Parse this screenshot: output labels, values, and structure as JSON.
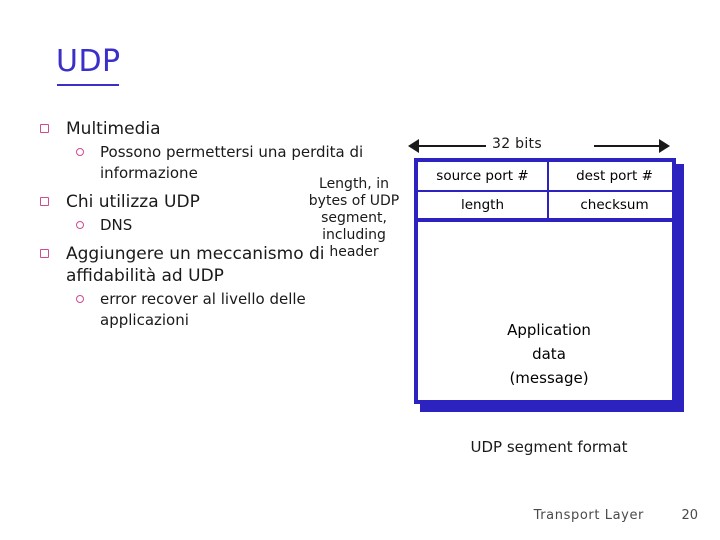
{
  "slide": {
    "title": "UDP",
    "bullets": [
      {
        "level": 1,
        "text": "Multimedia"
      },
      {
        "level": 2,
        "text": "Possono permettersi una perdita di informazione"
      },
      {
        "level": 1,
        "text": "Chi utilizza UDP"
      },
      {
        "level": 2,
        "text": "DNS"
      },
      {
        "level": 1,
        "text": "Aggiungere un meccanismo di affidabilità ad UDP"
      },
      {
        "level": 2,
        "text": "error recover al livello delle applicazioni"
      }
    ],
    "annotation": "Length, in bytes of UDP segment, including header",
    "bits_label": "32 bits",
    "segment": {
      "header_rows": [
        [
          "source port #",
          "dest port #"
        ],
        [
          "length",
          "checksum"
        ]
      ],
      "payload_lines": [
        "Application",
        "data",
        "(message)"
      ]
    },
    "caption": "UDP segment format",
    "footer": {
      "section": "Transport Layer",
      "page": "20"
    },
    "colors": {
      "title": "#3b2fc9",
      "bullet_marker": "#d14b8f",
      "diagram_border": "#2b22c0"
    }
  }
}
